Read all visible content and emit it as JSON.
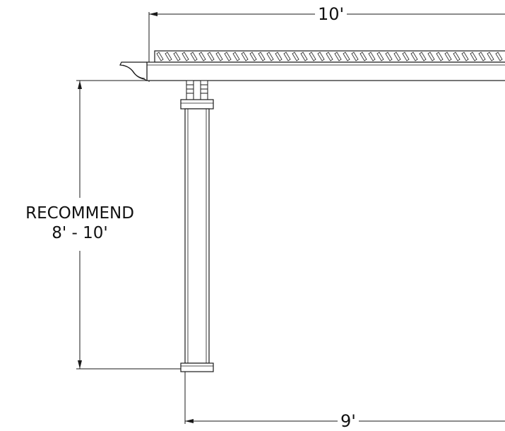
{
  "dimensions": {
    "top_width": "10'",
    "bottom_width": "9'"
  },
  "height_note": {
    "line1": "RECOMMEND",
    "line2": "8' - 10'"
  },
  "colors": {
    "line": "#1a1a1a",
    "background": "#ffffff"
  }
}
